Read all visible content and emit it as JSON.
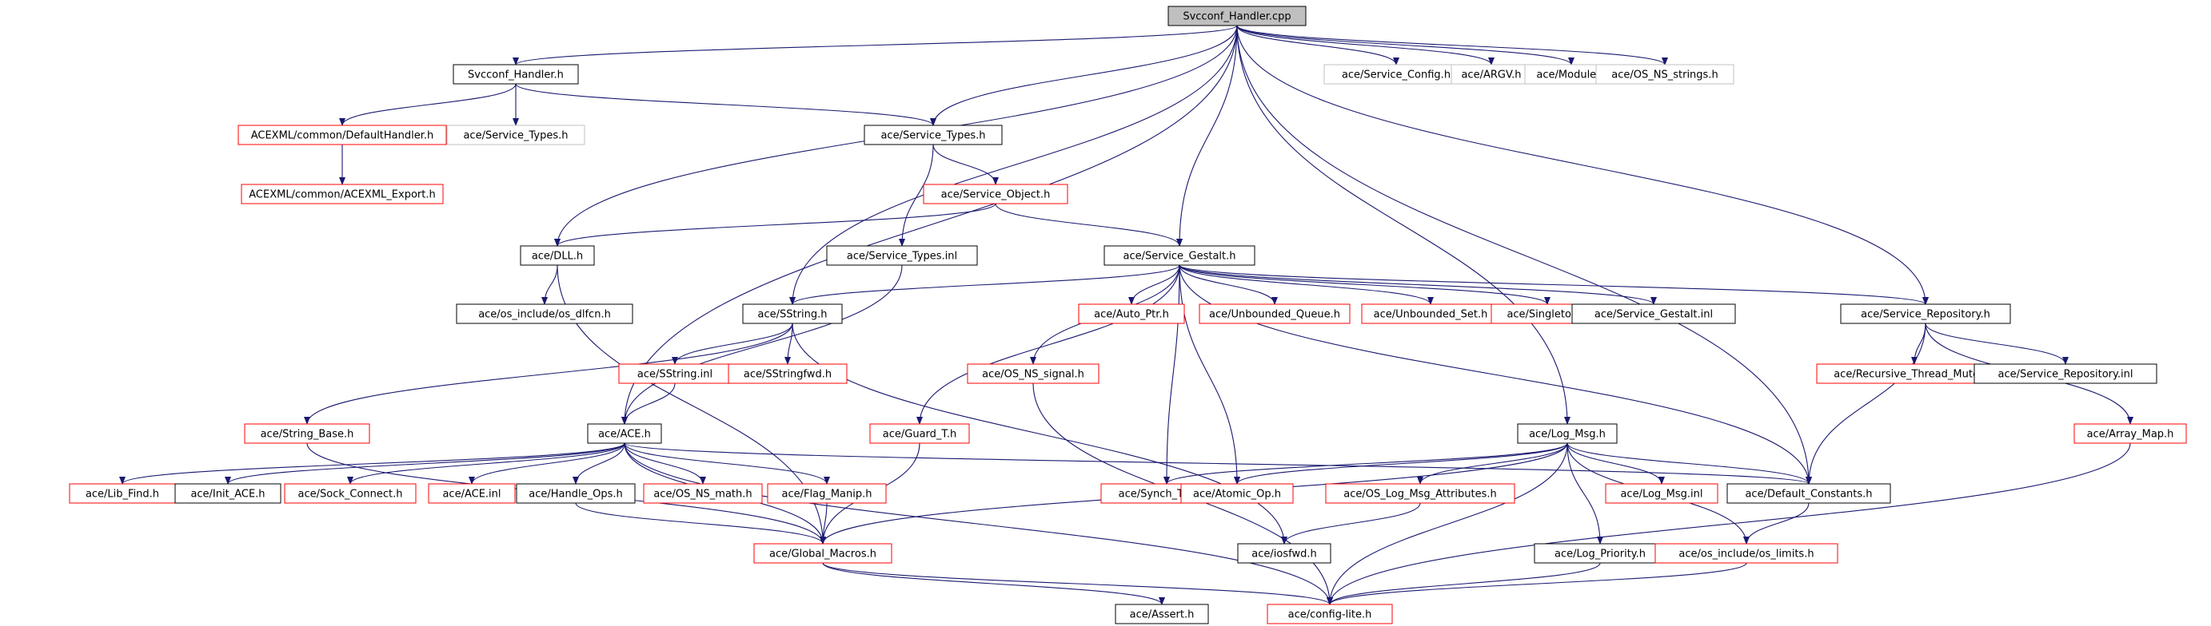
{
  "colors": {
    "edge": "#191970",
    "border_documented": "#000000",
    "border_undocumented": "#ff0000",
    "border_external": "#c0c0c0",
    "root_fill": "#bfbfbf",
    "node_fill": "#ffffff"
  },
  "nodes": [
    {
      "id": "root",
      "label": "Svcconf_Handler.cpp",
      "kind": "root"
    },
    {
      "id": "svcconf_h",
      "label": "Svcconf_Handler.h",
      "kind": "documented"
    },
    {
      "id": "svc_config_h",
      "label": "ace/Service_Config.h",
      "kind": "external"
    },
    {
      "id": "argv_h",
      "label": "ace/ARGV.h",
      "kind": "external"
    },
    {
      "id": "module_h",
      "label": "ace/Module.h",
      "kind": "external"
    },
    {
      "id": "os_ns_strings_h",
      "label": "ace/OS_NS_strings.h",
      "kind": "external"
    },
    {
      "id": "acexml_defh",
      "label": "ACEXML/common/DefaultHandler.h",
      "kind": "undocumented"
    },
    {
      "id": "svc_types_ext",
      "label": "ace/Service_Types.h",
      "kind": "external"
    },
    {
      "id": "svc_types_h",
      "label": "ace/Service_Types.h",
      "kind": "documented"
    },
    {
      "id": "acexml_export",
      "label": "ACEXML/common/ACEXML_Export.h",
      "kind": "undocumented"
    },
    {
      "id": "svc_object_h",
      "label": "ace/Service_Object.h",
      "kind": "undocumented"
    },
    {
      "id": "dll_h",
      "label": "ace/DLL.h",
      "kind": "documented"
    },
    {
      "id": "svc_types_inl",
      "label": "ace/Service_Types.inl",
      "kind": "documented"
    },
    {
      "id": "svc_gestalt_h",
      "label": "ace/Service_Gestalt.h",
      "kind": "documented"
    },
    {
      "id": "os_dlfcn_h",
      "label": "ace/os_include/os_dlfcn.h",
      "kind": "documented"
    },
    {
      "id": "sstring_h",
      "label": "ace/SString.h",
      "kind": "documented"
    },
    {
      "id": "auto_ptr_h",
      "label": "ace/Auto_Ptr.h",
      "kind": "undocumented"
    },
    {
      "id": "unb_queue_h",
      "label": "ace/Unbounded_Queue.h",
      "kind": "undocumented"
    },
    {
      "id": "unb_set_h",
      "label": "ace/Unbounded_Set.h",
      "kind": "undocumented"
    },
    {
      "id": "singleton_h",
      "label": "ace/Singleton.h",
      "kind": "undocumented"
    },
    {
      "id": "svc_gestalt_inl",
      "label": "ace/Service_Gestalt.inl",
      "kind": "documented"
    },
    {
      "id": "svc_repo_h",
      "label": "ace/Service_Repository.h",
      "kind": "documented"
    },
    {
      "id": "sstring_inl",
      "label": "ace/SString.inl",
      "kind": "undocumented"
    },
    {
      "id": "sstringfwd_h",
      "label": "ace/SStringfwd.h",
      "kind": "undocumented"
    },
    {
      "id": "os_ns_signal_h",
      "label": "ace/OS_NS_signal.h",
      "kind": "undocumented"
    },
    {
      "id": "rec_thr_mutex_h",
      "label": "ace/Recursive_Thread_Mutex.h",
      "kind": "undocumented"
    },
    {
      "id": "svc_repo_inl",
      "label": "ace/Service_Repository.inl",
      "kind": "documented"
    },
    {
      "id": "string_base_h",
      "label": "ace/String_Base.h",
      "kind": "undocumented"
    },
    {
      "id": "ace_h",
      "label": "ace/ACE.h",
      "kind": "documented"
    },
    {
      "id": "guard_t_h",
      "label": "ace/Guard_T.h",
      "kind": "undocumented"
    },
    {
      "id": "log_msg_h",
      "label": "ace/Log_Msg.h",
      "kind": "documented"
    },
    {
      "id": "array_map_h",
      "label": "ace/Array_Map.h",
      "kind": "undocumented"
    },
    {
      "id": "lib_find_h",
      "label": "ace/Lib_Find.h",
      "kind": "undocumented"
    },
    {
      "id": "init_ace_h",
      "label": "ace/Init_ACE.h",
      "kind": "documented"
    },
    {
      "id": "sock_connect_h",
      "label": "ace/Sock_Connect.h",
      "kind": "undocumented"
    },
    {
      "id": "ace_inl",
      "label": "ace/ACE.inl",
      "kind": "undocumented"
    },
    {
      "id": "handle_ops_h",
      "label": "ace/Handle_Ops.h",
      "kind": "documented"
    },
    {
      "id": "os_ns_math_h",
      "label": "ace/OS_NS_math.h",
      "kind": "undocumented"
    },
    {
      "id": "flag_manip_h",
      "label": "ace/Flag_Manip.h",
      "kind": "undocumented"
    },
    {
      "id": "synch_traits_h",
      "label": "ace/Synch_Traits.h",
      "kind": "undocumented"
    },
    {
      "id": "atomic_op_h",
      "label": "ace/Atomic_Op.h",
      "kind": "undocumented"
    },
    {
      "id": "os_log_attr_h",
      "label": "ace/OS_Log_Msg_Attributes.h",
      "kind": "undocumented"
    },
    {
      "id": "log_msg_inl",
      "label": "ace/Log_Msg.inl",
      "kind": "undocumented"
    },
    {
      "id": "default_const_h",
      "label": "ace/Default_Constants.h",
      "kind": "documented"
    },
    {
      "id": "global_macros_h",
      "label": "ace/Global_Macros.h",
      "kind": "undocumented"
    },
    {
      "id": "iosfwd_h",
      "label": "ace/iosfwd.h",
      "kind": "documented"
    },
    {
      "id": "log_priority_h",
      "label": "ace/Log_Priority.h",
      "kind": "documented"
    },
    {
      "id": "os_limits_h",
      "label": "ace/os_include/os_limits.h",
      "kind": "undocumented"
    },
    {
      "id": "assert_h",
      "label": "ace/Assert.h",
      "kind": "documented"
    },
    {
      "id": "config_lite_h",
      "label": "ace/config-lite.h",
      "kind": "undocumented"
    }
  ],
  "edges": [
    [
      "root",
      "svcconf_h"
    ],
    [
      "root",
      "svc_config_h"
    ],
    [
      "root",
      "argv_h"
    ],
    [
      "root",
      "module_h"
    ],
    [
      "root",
      "os_ns_strings_h"
    ],
    [
      "root",
      "svc_types_h"
    ],
    [
      "root",
      "dll_h"
    ],
    [
      "root",
      "ace_h"
    ],
    [
      "root",
      "sstring_h"
    ],
    [
      "root",
      "svc_gestalt_h"
    ],
    [
      "root",
      "svc_repo_h"
    ],
    [
      "root",
      "log_msg_h"
    ],
    [
      "root",
      "default_const_h"
    ],
    [
      "svcconf_h",
      "acexml_defh"
    ],
    [
      "svcconf_h",
      "svc_types_ext"
    ],
    [
      "svcconf_h",
      "svc_types_h"
    ],
    [
      "acexml_defh",
      "acexml_export"
    ],
    [
      "svc_types_h",
      "svc_object_h"
    ],
    [
      "svc_types_h",
      "svc_types_inl"
    ],
    [
      "svc_types_inl",
      "ace_h"
    ],
    [
      "svc_object_h",
      "dll_h"
    ],
    [
      "svc_object_h",
      "svc_gestalt_h"
    ],
    [
      "dll_h",
      "os_dlfcn_h"
    ],
    [
      "dll_h",
      "global_macros_h"
    ],
    [
      "svc_gestalt_h",
      "sstring_h"
    ],
    [
      "svc_gestalt_h",
      "auto_ptr_h"
    ],
    [
      "svc_gestalt_h",
      "unb_queue_h"
    ],
    [
      "svc_gestalt_h",
      "unb_set_h"
    ],
    [
      "svc_gestalt_h",
      "singleton_h"
    ],
    [
      "svc_gestalt_h",
      "svc_gestalt_inl"
    ],
    [
      "svc_gestalt_h",
      "svc_repo_h"
    ],
    [
      "svc_gestalt_h",
      "os_ns_signal_h"
    ],
    [
      "svc_gestalt_h",
      "guard_t_h"
    ],
    [
      "svc_gestalt_h",
      "synch_traits_h"
    ],
    [
      "svc_gestalt_h",
      "atomic_op_h"
    ],
    [
      "svc_gestalt_h",
      "default_const_h"
    ],
    [
      "sstring_h",
      "sstring_inl"
    ],
    [
      "sstring_h",
      "sstringfwd_h"
    ],
    [
      "sstring_h",
      "string_base_h"
    ],
    [
      "sstring_h",
      "iosfwd_h"
    ],
    [
      "sstring_inl",
      "ace_h"
    ],
    [
      "svc_repo_h",
      "rec_thr_mutex_h"
    ],
    [
      "svc_repo_h",
      "svc_repo_inl"
    ],
    [
      "svc_repo_h",
      "array_map_h"
    ],
    [
      "svc_repo_h",
      "default_const_h"
    ],
    [
      "string_base_h",
      "global_macros_h"
    ],
    [
      "ace_h",
      "lib_find_h"
    ],
    [
      "ace_h",
      "init_ace_h"
    ],
    [
      "ace_h",
      "sock_connect_h"
    ],
    [
      "ace_h",
      "ace_inl"
    ],
    [
      "ace_h",
      "handle_ops_h"
    ],
    [
      "ace_h",
      "os_ns_math_h"
    ],
    [
      "ace_h",
      "flag_manip_h"
    ],
    [
      "ace_h",
      "global_macros_h"
    ],
    [
      "ace_h",
      "default_const_h"
    ],
    [
      "ace_h",
      "config_lite_h"
    ],
    [
      "handle_ops_h",
      "global_macros_h"
    ],
    [
      "flag_manip_h",
      "global_macros_h"
    ],
    [
      "guard_t_h",
      "global_macros_h"
    ],
    [
      "os_ns_signal_h",
      "config_lite_h"
    ],
    [
      "log_msg_h",
      "synch_traits_h"
    ],
    [
      "log_msg_h",
      "atomic_op_h"
    ],
    [
      "log_msg_h",
      "os_log_attr_h"
    ],
    [
      "log_msg_h",
      "log_msg_inl"
    ],
    [
      "log_msg_h",
      "default_const_h"
    ],
    [
      "log_msg_h",
      "global_macros_h"
    ],
    [
      "log_msg_h",
      "log_priority_h"
    ],
    [
      "log_msg_h",
      "os_limits_h"
    ],
    [
      "log_msg_h",
      "config_lite_h"
    ],
    [
      "os_log_attr_h",
      "iosfwd_h"
    ],
    [
      "default_const_h",
      "os_limits_h"
    ],
    [
      "os_limits_h",
      "config_lite_h"
    ],
    [
      "log_priority_h",
      "config_lite_h"
    ],
    [
      "array_map_h",
      "config_lite_h"
    ],
    [
      "global_macros_h",
      "assert_h"
    ],
    [
      "global_macros_h",
      "config_lite_h"
    ]
  ]
}
